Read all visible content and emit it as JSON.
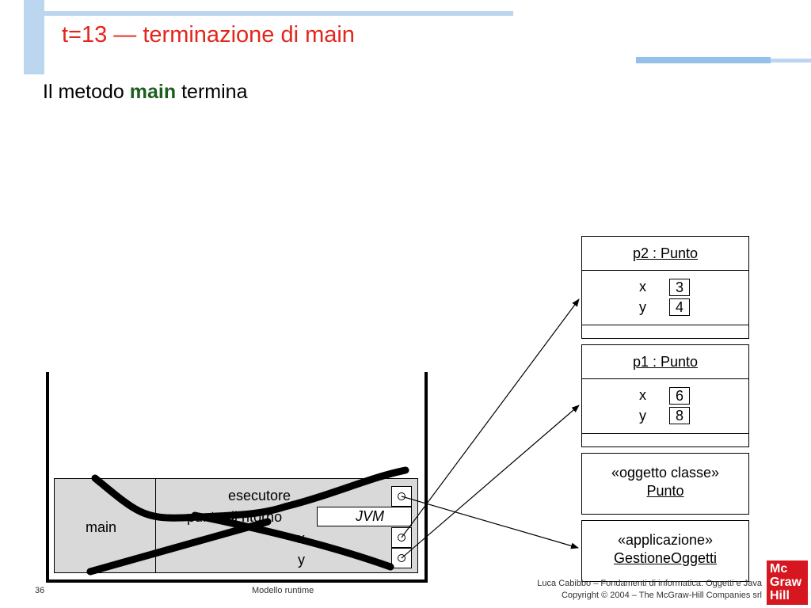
{
  "header": {
    "title": "t=13 — terminazione di main",
    "subtitle_before": "Il metodo",
    "subtitle_keyword": "main",
    "subtitle_after": "termina"
  },
  "objects": [
    {
      "name": "p2 : Punto",
      "fields": [
        {
          "name": "x",
          "value": "3"
        },
        {
          "name": "y",
          "value": "4"
        }
      ]
    },
    {
      "name": "p1 : Punto",
      "fields": [
        {
          "name": "x",
          "value": "6"
        },
        {
          "name": "y",
          "value": "8"
        }
      ]
    }
  ],
  "class_object": {
    "stereotype": "«oggetto classe»",
    "name": "Punto"
  },
  "application_object": {
    "stereotype": "«applicazione»",
    "name": "GestioneOggetti"
  },
  "stack_frame": {
    "method": "main",
    "rows": [
      "esecutore",
      "punto di ritorno",
      "x",
      "y"
    ],
    "return_value": "JVM"
  },
  "footer": {
    "page_number": "36",
    "center_text": "Modello runtime",
    "credit_line1": "Luca Cabibbo – Fondamenti di informatica: Oggetti e Java",
    "credit_line2": "Copyright © 2004 – The McGraw-Hill Companies srl"
  },
  "logo": {
    "line1": "Mc",
    "line2": "Graw",
    "line3": "Hill"
  },
  "colors": {
    "title": "#e3261b",
    "keyword": "#1b5e20",
    "accent_bar": "#93c1ea",
    "frame_fill": "#d9d9d9"
  }
}
